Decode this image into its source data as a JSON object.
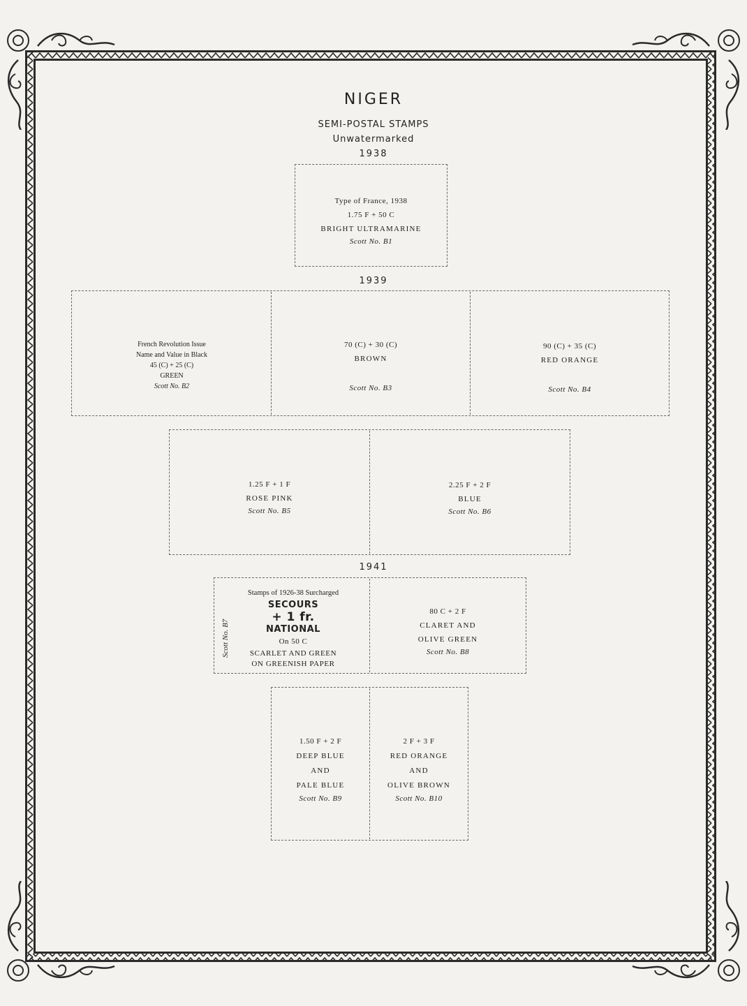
{
  "header": {
    "country": "NIGER",
    "subtitle": "SEMI-POSTAL STAMPS",
    "watermark": "Unwatermarked"
  },
  "years": {
    "y1938": "1938",
    "y1939": "1939",
    "y1941": "1941"
  },
  "stamps": {
    "b1": {
      "line1": "Type of France, 1938",
      "value": "1.75 F + 50 C",
      "color": "BRIGHT ULTRAMARINE",
      "scott": "Scott No. B1"
    },
    "b2": {
      "line1": "French Revolution Issue",
      "line2": "Name and Value in Black",
      "value": "45 (C) + 25 (C)",
      "color": "GREEN",
      "scott": "Scott No. B2"
    },
    "b3": {
      "value": "70 (C) + 30 (C)",
      "color": "BROWN",
      "scott": "Scott No. B3"
    },
    "b4": {
      "value": "90 (C) + 35 (C)",
      "color": "RED ORANGE",
      "scott": "Scott No. B4"
    },
    "b5": {
      "value": "1.25 F + 1 F",
      "color": "ROSE PINK",
      "scott": "Scott No. B5"
    },
    "b6": {
      "value": "2.25 F + 2 F",
      "color": "BLUE",
      "scott": "Scott No. B6"
    },
    "b7": {
      "line1": "Stamps of 1926-38 Surcharged",
      "sur1": "SECOURS",
      "sur2": "+ 1 fr.",
      "sur3": "NATIONAL",
      "value": "On 50 C",
      "color1": "SCARLET AND GREEN",
      "color2": "ON GREENISH PAPER",
      "scott": "Scott No. B7"
    },
    "b8": {
      "value": "80 C + 2 F",
      "color1": "CLARET AND",
      "color2": "OLIVE GREEN",
      "scott": "Scott No. B8"
    },
    "b9": {
      "value": "1.50 F + 2 F",
      "color1": "DEEP BLUE",
      "color2": "AND",
      "color3": "PALE BLUE",
      "scott": "Scott No. B9"
    },
    "b10": {
      "value": "2 F + 3 F",
      "color1": "RED ORANGE",
      "color2": "AND",
      "color3": "OLIVE BROWN",
      "scott": "Scott No. B10"
    }
  }
}
